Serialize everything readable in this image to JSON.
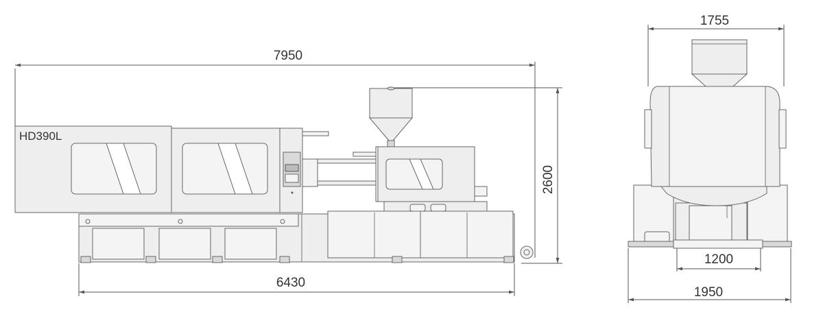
{
  "model": "HD390L",
  "dimensions": {
    "overall_length": "7950",
    "base_length": "6430",
    "height": "2600",
    "top_width": "1755",
    "foot_width": "1200",
    "base_width": "1950"
  }
}
